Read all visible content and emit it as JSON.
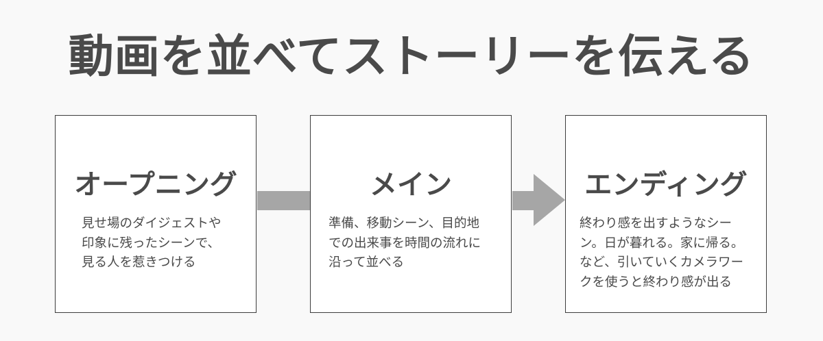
{
  "title": "動画を並べてストーリーを伝える",
  "steps": [
    {
      "heading": "オープニング",
      "body": "見せ場のダイジェストや\n印象に残ったシーンで、\n見る人を惹きつける"
    },
    {
      "heading": "メイン",
      "body": "準備、移動シーン、目的地\nでの出来事を時間の流れに\n沿って並べる"
    },
    {
      "heading": "エンディング",
      "body": "終わり感を出すようなシー\nン。日が暮れる。家に帰る。\nなど、引いていくカメラワー\nクを使うと終わり感が出る"
    }
  ],
  "colors": {
    "background": "#f9f9f9",
    "text": "#4a4a4a",
    "box_border": "#3c3c3c",
    "connector": "#a6a6a6"
  }
}
